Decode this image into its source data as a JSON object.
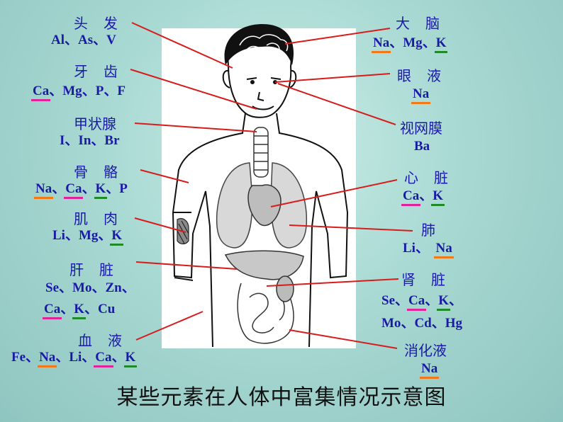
{
  "caption": "某些元素在人体中富集情况示意图",
  "colors": {
    "label": "#1a1aa6",
    "pointer": "#d81b1b",
    "underline_pink": "#e0239a",
    "underline_orange": "#f07a1a",
    "underline_green": "#1f8a2a"
  },
  "organs": {
    "hair": {
      "label": "头　发",
      "elements": [
        {
          "t": "Al"
        },
        {
          "t": "、"
        },
        {
          "t": "As"
        },
        {
          "t": "、"
        },
        {
          "t": "V"
        }
      ]
    },
    "teeth": {
      "label": "牙　齿",
      "elements": [
        {
          "t": "Ca",
          "u": "pink"
        },
        {
          "t": "、"
        },
        {
          "t": "Mg"
        },
        {
          "t": "、"
        },
        {
          "t": "P"
        },
        {
          "t": "、"
        },
        {
          "t": "F"
        }
      ]
    },
    "thyroid": {
      "label": "甲状腺",
      "elements": [
        {
          "t": "I"
        },
        {
          "t": "、"
        },
        {
          "t": "In"
        },
        {
          "t": "、"
        },
        {
          "t": "Br"
        }
      ]
    },
    "bone": {
      "label": "骨　骼",
      "elements": [
        {
          "t": "Na",
          "u": "orange"
        },
        {
          "t": "、"
        },
        {
          "t": "Ca",
          "u": "pink"
        },
        {
          "t": "、"
        },
        {
          "t": "K",
          "u": "green"
        },
        {
          "t": "、"
        },
        {
          "t": "P"
        }
      ]
    },
    "muscle": {
      "label": "肌　肉",
      "elements": [
        {
          "t": "Li"
        },
        {
          "t": "、"
        },
        {
          "t": "Mg"
        },
        {
          "t": "、"
        },
        {
          "t": "K",
          "u": "green"
        }
      ]
    },
    "liver": {
      "label": "肝　脏",
      "elements1": [
        {
          "t": "Se"
        },
        {
          "t": "、"
        },
        {
          "t": "Mo"
        },
        {
          "t": "、"
        },
        {
          "t": "Zn"
        },
        {
          "t": "、"
        }
      ],
      "elements2": [
        {
          "t": "Ca",
          "u": "pink"
        },
        {
          "t": " 、 "
        },
        {
          "t": "K",
          "u": "green"
        },
        {
          "t": "、"
        },
        {
          "t": "Cu"
        }
      ]
    },
    "blood": {
      "label": "血　液",
      "elements": [
        {
          "t": "Fe"
        },
        {
          "t": "、"
        },
        {
          "t": "Na",
          "u": "orange"
        },
        {
          "t": "、 "
        },
        {
          "t": "Li"
        },
        {
          "t": "、"
        },
        {
          "t": "Ca",
          "u": "pink"
        },
        {
          "t": " 、 "
        },
        {
          "t": "K",
          "u": "green"
        }
      ]
    },
    "brain": {
      "label": "大　脑",
      "elements": [
        {
          "t": "Na",
          "u": "orange"
        },
        {
          "t": "、"
        },
        {
          "t": "Mg"
        },
        {
          "t": "、"
        },
        {
          "t": "K",
          "u": "green"
        }
      ]
    },
    "eye_fluid": {
      "label": "眼　液",
      "elements": [
        {
          "t": "Na",
          "u": "orange"
        }
      ]
    },
    "retina": {
      "label": "视网膜",
      "elements": [
        {
          "t": "Ba"
        }
      ]
    },
    "heart": {
      "label": "心　脏",
      "elements": [
        {
          "t": "Ca",
          "u": "pink"
        },
        {
          "t": "、"
        },
        {
          "t": "K",
          "u": "green"
        }
      ]
    },
    "lung": {
      "label": "肺",
      "elements": [
        {
          "t": "Li"
        },
        {
          "t": "、　"
        },
        {
          "t": "Na",
          "u": "orange"
        }
      ]
    },
    "kidney": {
      "label": "肾　脏",
      "elements1": [
        {
          "t": "Se"
        },
        {
          "t": "、"
        },
        {
          "t": "Ca",
          "u": "pink"
        },
        {
          "t": " 、 "
        },
        {
          "t": "K",
          "u": "green"
        },
        {
          "t": "、"
        }
      ],
      "elements2": [
        {
          "t": "Mo"
        },
        {
          "t": "、"
        },
        {
          "t": "Cd"
        },
        {
          "t": "、"
        },
        {
          "t": "Hg"
        }
      ]
    },
    "digestive_fluid": {
      "label": "消化液",
      "elements": [
        {
          "t": "Na",
          "u": "orange"
        }
      ]
    }
  }
}
